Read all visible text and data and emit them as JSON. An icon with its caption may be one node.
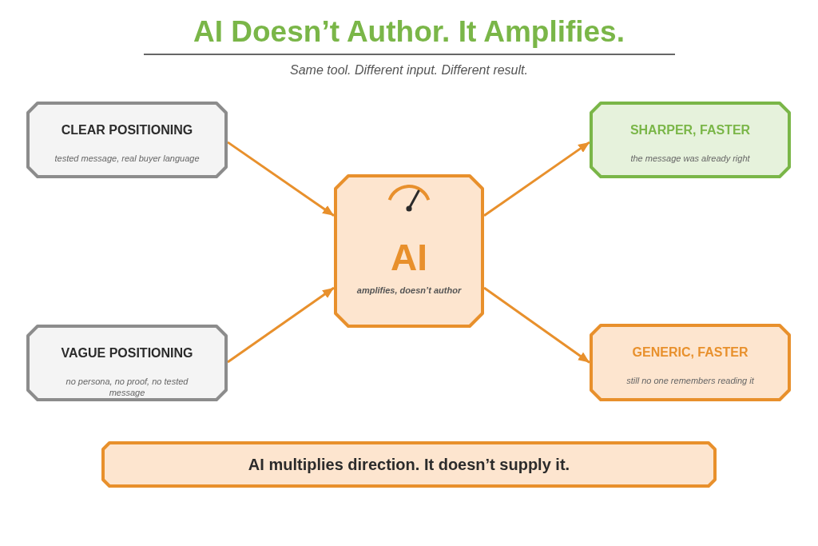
{
  "diagram": {
    "title": "AI Doesn’t Author. It Amplifies.",
    "nodes": [
      {
        "text": [
          "CLEAR POSITIONING",
          "tested message, real buyer language"
        ]
      },
      {
        "text": [
          "VAGUE POSITIONING",
          "no persona, no proof, no tested message"
        ]
      },
      {
        "text": [
          "AI",
          "amplifies, doesn’t author"
        ]
      },
      {
        "text": [
          "SHARPER, FASTER",
          "the message was already right"
        ]
      },
      {
        "text": [
          "GENERIC, FASTER",
          "still no one remembers reading it"
        ]
      },
      {
        "text": [
          "AI multiplies direction. It doesn’t supply it."
        ]
      }
    ],
    "edges": [
      {
        "from": 0,
        "to": 2,
        "arrow": "to"
      },
      {
        "from": 1,
        "to": 2,
        "arrow": "to"
      },
      {
        "from": 2,
        "to": 3,
        "arrow": "to"
      },
      {
        "from": 2,
        "to": 4,
        "arrow": "to"
      }
    ],
    "labels": [
      "Same tool. Different input. Different result."
    ]
  }
}
